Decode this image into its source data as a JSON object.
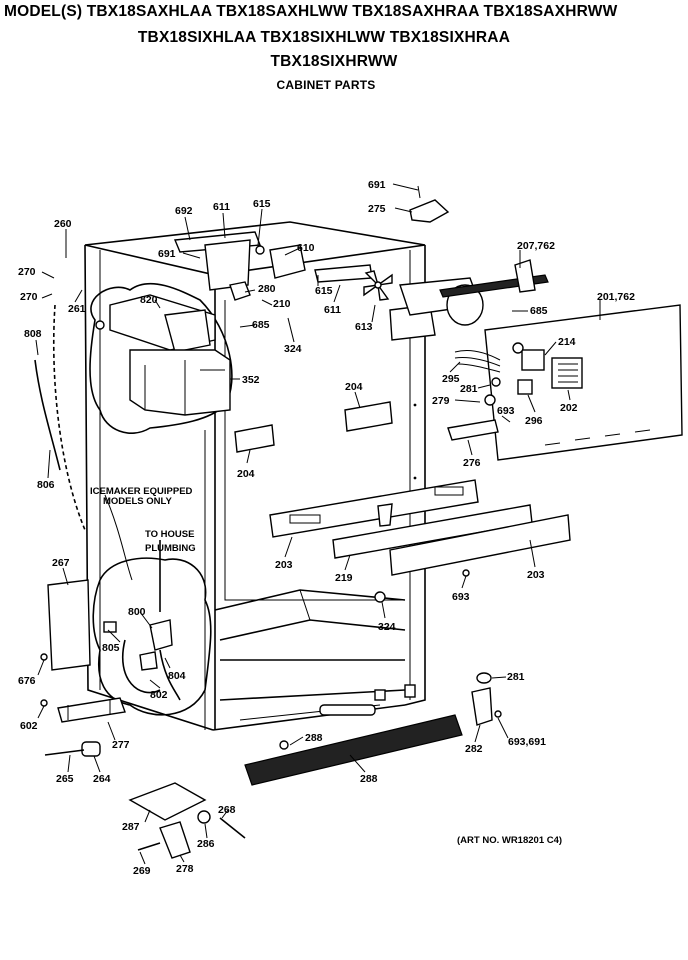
{
  "header": {
    "line1": "MODEL(S) TBX18SAXHLAA  TBX18SAXHLWW  TBX18SAXHRAA  TBX18SAXHRWW",
    "line2": "TBX18SIXHLAA  TBX18SIXHLWW  TBX18SIXHRAA",
    "line3": "TBX18SIXHRWW",
    "section": "CABINET PARTS"
  },
  "notes": {
    "icemaker_1": "ICEMAKER EQUIPPED",
    "icemaker_2": "MODELS ONLY",
    "plumbing_1": "TO HOUSE",
    "plumbing_2": "PLUMBING",
    "art_no": "(ART NO. WR18201 C4)"
  },
  "callouts": {
    "p691a": "691",
    "p275": "275",
    "p692": "692",
    "p611a": "611",
    "p615a": "615",
    "p260": "260",
    "p691b": "691",
    "p610": "610",
    "p207": "207,762",
    "p270a": "270",
    "p270b": "270",
    "p261": "261",
    "p820": "820",
    "p280": "280",
    "p615b": "615",
    "p210": "210",
    "p611b": "611",
    "p685a": "685",
    "p685b": "685",
    "p201": "201,762",
    "p324a": "324",
    "p613": "613",
    "p214": "214",
    "p808": "808",
    "p352": "352",
    "p295": "295",
    "p281a": "281",
    "p279": "279",
    "p693a": "693",
    "p296": "296",
    "p202": "202",
    "p204a": "204",
    "p204b": "204",
    "p276": "276",
    "p806": "806",
    "p203a": "203",
    "p219": "219",
    "p203b": "203",
    "p267": "267",
    "p693b": "693",
    "p800": "800",
    "p324b": "324",
    "p805": "805",
    "p804": "804",
    "p676": "676",
    "p802": "802",
    "p281b": "281",
    "p602": "602",
    "p277": "277",
    "p288a": "288",
    "p282": "282",
    "p693c": "693,691",
    "p265": "265",
    "p264": "264",
    "p288b": "288",
    "p287": "287",
    "p268": "268",
    "p286": "286",
    "p269": "269",
    "p278": "278"
  }
}
